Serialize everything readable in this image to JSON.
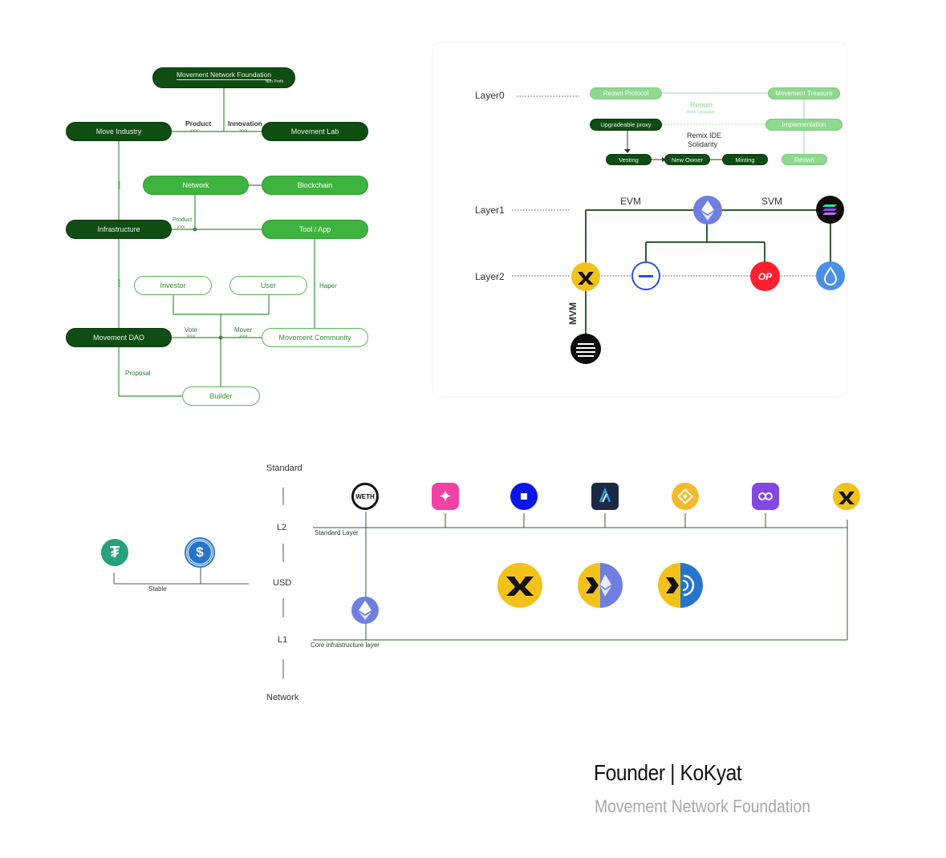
{
  "org": {
    "root_title": "Movement Network Foundation",
    "root_subtitle": "Non Profit",
    "move_industry": "Move Industry",
    "movement_lab": "Movement Lab",
    "product": "Product",
    "innovation": "Innovation",
    "lt": "<<<",
    "gt": ">>>",
    "network": "Network",
    "blockchain": "Blockchain",
    "infrastructure": "Infrastructure",
    "product_small": "Product",
    "tool_app": "Tool / App",
    "investor": "Investor",
    "user": "User",
    "haper": "Haper",
    "movement_dao": "Movement DAO",
    "vote": "Vote",
    "mover": "Mover",
    "movement_community": "Movement Community",
    "proposal": "Proposal",
    "builder": "Builder"
  },
  "layers": {
    "layer0": "Layer0",
    "layer1": "Layer1",
    "layer2": "Layer2",
    "reown_protocol": "Reown Protocol",
    "movement_treasure": "Movement Treasure",
    "reown_center": "Reown",
    "move_language": "Move Language",
    "upgradeable_proxy": "Upgradeable proxy",
    "implementation": "Implementation",
    "remix_ide": "Remix IDE",
    "solidarity": "Solidarity",
    "vesting": "Vesting",
    "new_owner": "New Owner",
    "minting": "Minting",
    "reown_bottom": "Reown",
    "evm": "EVM",
    "svm": "SVM",
    "mvm": "MVM",
    "op_badge": "OP"
  },
  "stack": {
    "standard": "Standard",
    "l2": "L2",
    "usd": "USD",
    "l1": "L1",
    "network": "Network",
    "standard_layer": "Standard Layer",
    "core_layer": "Core infrastructure layer",
    "stable": "Stable",
    "weth_badge": "WETH",
    "tether_symbol": "₮",
    "usdc_symbol": "$"
  },
  "footer": {
    "founder": "Founder | KoKyat",
    "org": "Movement Network Foundation"
  },
  "colors": {
    "dark_green": "#0f4d12",
    "mid_green": "#3fb33f",
    "light_green": "#8fd88f",
    "movement_yellow": "#f2c21b",
    "eth_blue": "#6f7fe0",
    "op_red": "#ff1f2e"
  },
  "icons": [
    "ethereum-icon",
    "solana-icon",
    "movement-icon",
    "optimism-icon",
    "drop-icon",
    "stop-icon",
    "aptos-icon",
    "weth-icon",
    "sparkle-icon",
    "base-icon",
    "arbitrum-icon",
    "bnb-icon",
    "polygon-icon",
    "tether-icon",
    "usdc-icon"
  ]
}
